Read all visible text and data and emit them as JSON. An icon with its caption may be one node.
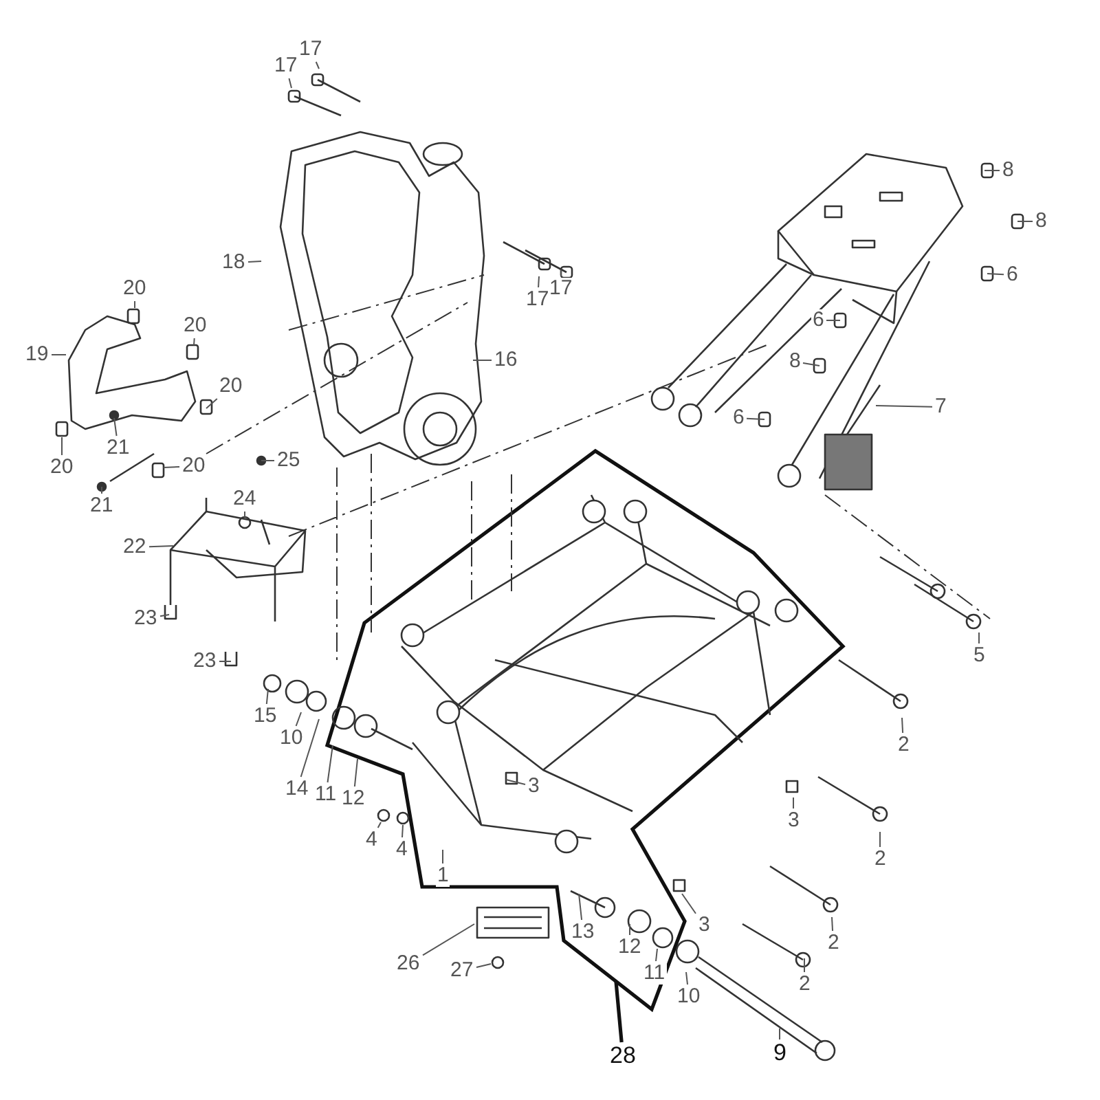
{
  "diagram": {
    "nodes": [
      {
        "text": [
          "17"
        ]
      },
      {
        "text": [
          "17"
        ]
      },
      {
        "text": [
          "17"
        ]
      },
      {
        "text": [
          "17"
        ]
      },
      {
        "text": [
          "8"
        ]
      },
      {
        "text": [
          "8"
        ]
      },
      {
        "text": [
          "18"
        ]
      },
      {
        "text": [
          "20"
        ]
      },
      {
        "text": [
          "6"
        ]
      },
      {
        "text": [
          "19"
        ]
      },
      {
        "text": [
          "20"
        ]
      },
      {
        "text": [
          "6"
        ]
      },
      {
        "text": [
          "20"
        ]
      },
      {
        "text": [
          "16"
        ]
      },
      {
        "text": [
          "8"
        ]
      },
      {
        "text": [
          "7"
        ]
      },
      {
        "text": [
          "6"
        ]
      },
      {
        "text": [
          "20"
        ]
      },
      {
        "text": [
          "21"
        ]
      },
      {
        "text": [
          "20"
        ]
      },
      {
        "text": [
          "25"
        ]
      },
      {
        "text": [
          "21"
        ]
      },
      {
        "text": [
          "24"
        ]
      },
      {
        "text": [
          "22"
        ]
      },
      {
        "text": [
          "23"
        ]
      },
      {
        "text": [
          "5"
        ]
      },
      {
        "text": [
          "23"
        ]
      },
      {
        "text": [
          "15"
        ]
      },
      {
        "text": [
          "10"
        ]
      },
      {
        "text": [
          "2"
        ]
      },
      {
        "text": [
          "14"
        ]
      },
      {
        "text": [
          "11"
        ]
      },
      {
        "text": [
          "12"
        ]
      },
      {
        "text": [
          "3"
        ]
      },
      {
        "text": [
          "3"
        ]
      },
      {
        "text": [
          "4"
        ]
      },
      {
        "text": [
          "4"
        ]
      },
      {
        "text": [
          "2"
        ]
      },
      {
        "text": [
          "1"
        ]
      },
      {
        "text": [
          "3"
        ]
      },
      {
        "text": [
          "13"
        ]
      },
      {
        "text": [
          "2"
        ]
      },
      {
        "text": [
          "12"
        ]
      },
      {
        "text": [
          "26"
        ]
      },
      {
        "text": [
          "27"
        ]
      },
      {
        "text": [
          "11"
        ]
      },
      {
        "text": [
          "10"
        ]
      },
      {
        "text": [
          "2"
        ]
      },
      {
        "text": [
          "9"
        ]
      },
      {
        "text": [
          "28"
        ]
      }
    ],
    "edges": [
      {
        "from": 0,
        "to": null,
        "arrow": "none"
      },
      {
        "from": 1,
        "to": null,
        "arrow": "none"
      },
      {
        "from": 2,
        "to": null,
        "arrow": "none"
      },
      {
        "from": 3,
        "to": null,
        "arrow": "none"
      },
      {
        "from": 4,
        "to": null,
        "arrow": "none"
      },
      {
        "from": 5,
        "to": null,
        "arrow": "none"
      },
      {
        "from": 6,
        "to": null,
        "arrow": "none"
      },
      {
        "from": 7,
        "to": null,
        "arrow": "none"
      },
      {
        "from": 8,
        "to": null,
        "arrow": "none"
      },
      {
        "from": 9,
        "to": null,
        "arrow": "none"
      },
      {
        "from": 10,
        "to": null,
        "arrow": "none"
      },
      {
        "from": 11,
        "to": null,
        "arrow": "none"
      },
      {
        "from": 12,
        "to": null,
        "arrow": "none"
      },
      {
        "from": 13,
        "to": null,
        "arrow": "none"
      },
      {
        "from": 14,
        "to": null,
        "arrow": "none"
      },
      {
        "from": 15,
        "to": null,
        "arrow": "none"
      },
      {
        "from": 16,
        "to": null,
        "arrow": "none"
      },
      {
        "from": 17,
        "to": null,
        "arrow": "none"
      },
      {
        "from": 18,
        "to": null,
        "arrow": "none"
      },
      {
        "from": 19,
        "to": null,
        "arrow": "none"
      },
      {
        "from": 20,
        "to": null,
        "arrow": "none"
      },
      {
        "from": 21,
        "to": null,
        "arrow": "none"
      },
      {
        "from": 22,
        "to": null,
        "arrow": "none"
      },
      {
        "from": 23,
        "to": null,
        "arrow": "none"
      },
      {
        "from": 24,
        "to": null,
        "arrow": "none"
      },
      {
        "from": 25,
        "to": null,
        "arrow": "none"
      },
      {
        "from": 26,
        "to": null,
        "arrow": "none"
      },
      {
        "from": 27,
        "to": null,
        "arrow": "none"
      },
      {
        "from": 28,
        "to": null,
        "arrow": "none"
      },
      {
        "from": 29,
        "to": null,
        "arrow": "none"
      },
      {
        "from": 30,
        "to": null,
        "arrow": "none"
      },
      {
        "from": 31,
        "to": null,
        "arrow": "none"
      },
      {
        "from": 32,
        "to": null,
        "arrow": "none"
      },
      {
        "from": 33,
        "to": null,
        "arrow": "none"
      },
      {
        "from": 34,
        "to": null,
        "arrow": "none"
      },
      {
        "from": 35,
        "to": null,
        "arrow": "none"
      },
      {
        "from": 36,
        "to": null,
        "arrow": "none"
      },
      {
        "from": 37,
        "to": null,
        "arrow": "none"
      },
      {
        "from": 38,
        "to": null,
        "arrow": "none"
      },
      {
        "from": 39,
        "to": null,
        "arrow": "none"
      },
      {
        "from": 40,
        "to": null,
        "arrow": "none"
      },
      {
        "from": 41,
        "to": null,
        "arrow": "none"
      },
      {
        "from": 42,
        "to": null,
        "arrow": "none"
      },
      {
        "from": 43,
        "to": null,
        "arrow": "none"
      },
      {
        "from": 44,
        "to": null,
        "arrow": "none"
      },
      {
        "from": 45,
        "to": null,
        "arrow": "none"
      },
      {
        "from": 46,
        "to": null,
        "arrow": "none"
      },
      {
        "from": 47,
        "to": null,
        "arrow": "none"
      },
      {
        "from": 48,
        "to": null,
        "arrow": "none"
      },
      {
        "from": 49,
        "to": null,
        "arrow": "none",
        "style": "thick"
      }
    ]
  }
}
